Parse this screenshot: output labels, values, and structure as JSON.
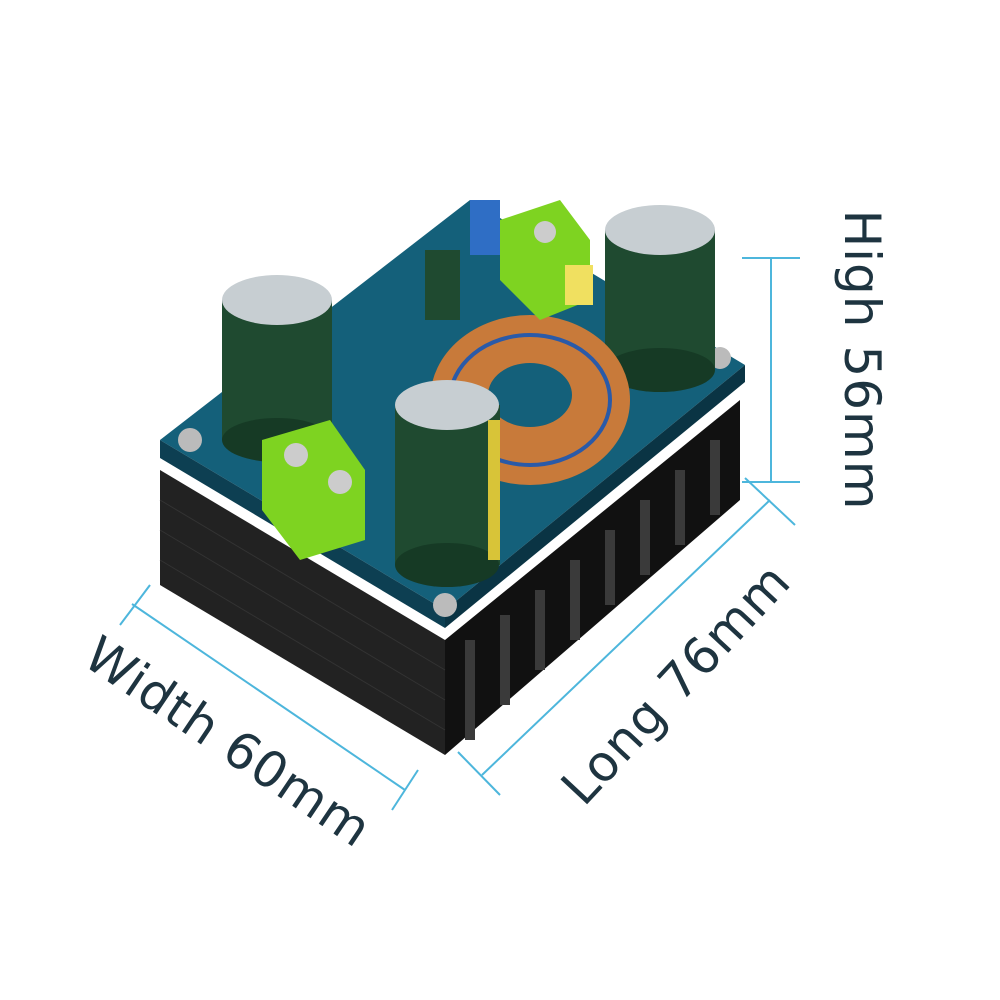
{
  "dimensions": {
    "high": "High 56mm",
    "width": "Width 60mm",
    "long": "Long 76mm"
  },
  "colors": {
    "dimension_line": "#4db6dc",
    "label_text": "#1e3440",
    "pcb": "#14607a",
    "heatsink": "#1c1c1c",
    "terminal": "#7ed321"
  }
}
